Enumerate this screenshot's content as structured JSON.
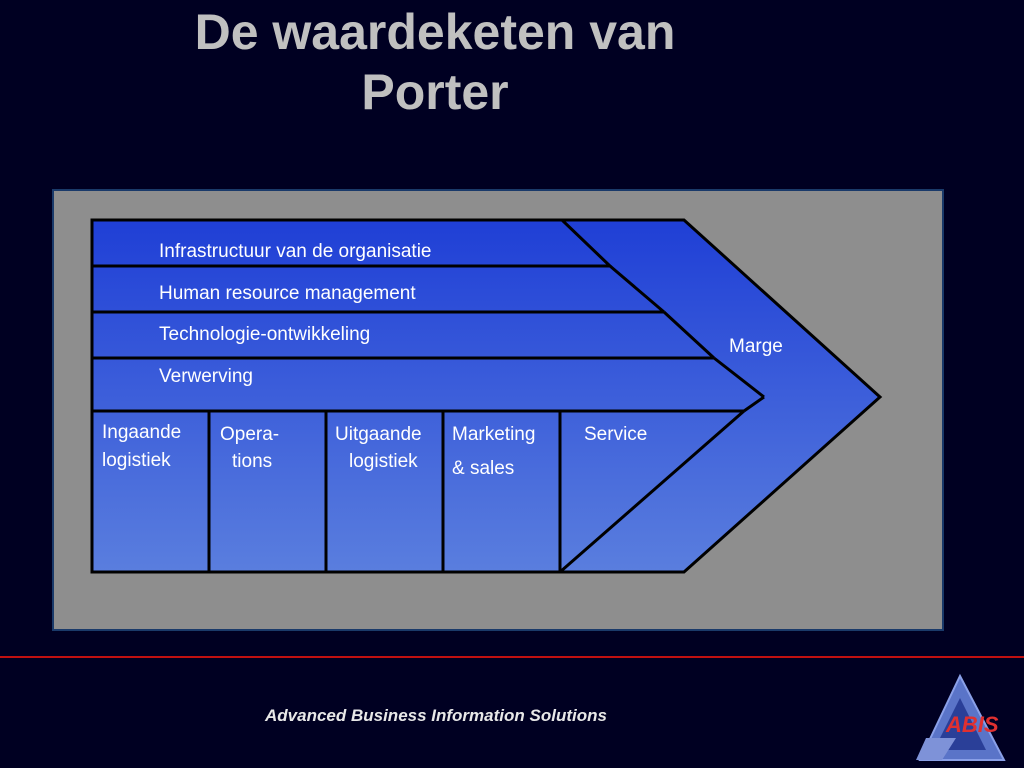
{
  "slide": {
    "title_line1": "De waardeketen van",
    "title_line2": "Porter"
  },
  "diagram": {
    "support_activities": [
      "Infrastructuur van de organisatie",
      "Human resource management",
      "Technologie-ontwikkeling",
      "Verwerving"
    ],
    "margin_label": "Marge",
    "primary_activities": [
      {
        "line1": "Ingaande",
        "line2": "logistiek"
      },
      {
        "line1": "Opera-",
        "line2": "tions"
      },
      {
        "line1": "Uitgaande",
        "line2": "logistiek"
      },
      {
        "line1": "Marketing",
        "line2": "& sales"
      },
      {
        "line1": "Service",
        "line2": ""
      }
    ]
  },
  "footer": {
    "text": "Advanced Business Information Solutions",
    "logo_text": "ABIS"
  },
  "colors": {
    "background": "#000022",
    "title": "#c0c0c0",
    "panel": "#8e8e8e",
    "chain_top": "#1f3fd6",
    "chain_bottom": "#5577dd",
    "divider": "#c01010"
  }
}
